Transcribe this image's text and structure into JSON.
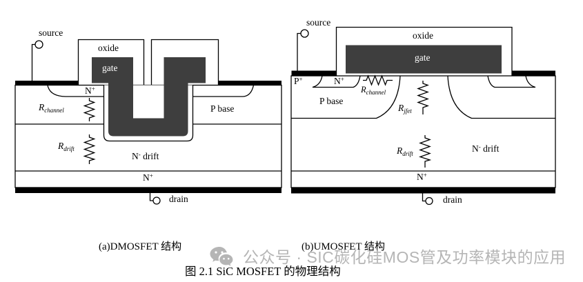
{
  "figure": {
    "caption_main": "图 2.1 SiC MOSFET 的物理结构",
    "colors": {
      "gate_fill": "#3e3e3e",
      "line": "#000000",
      "watermark_gray": "#a5a5a5"
    }
  },
  "watermark": {
    "icon": "wechat-icon",
    "text": "公众号 · SIC碳化硅MOS管及功率模块的应用"
  },
  "diagram_a": {
    "caption": "(a)DMOSFET 结构",
    "labels": {
      "source": "source",
      "oxide": "oxide",
      "gate": "gate",
      "n_source": {
        "base": "N",
        "sup": "+"
      },
      "r_channel": {
        "base": "R",
        "sub": "channel"
      },
      "p_base": "P base",
      "r_drift": {
        "base": "R",
        "sub": "drift"
      },
      "n_drift": {
        "base": "N",
        "sup": "-",
        "rest": " drift"
      },
      "n_substrate": {
        "base": "N",
        "sup": "+"
      },
      "drain": "drain"
    }
  },
  "diagram_b": {
    "caption": "(b)UMOSFET 结构",
    "labels": {
      "source": "source",
      "oxide": "oxide",
      "gate": "gate",
      "p_plus": {
        "base": "P",
        "sup": "+"
      },
      "n_source": {
        "base": "N",
        "sup": "+"
      },
      "r_channel": {
        "base": "R",
        "sub": "channel"
      },
      "p_base": "P base",
      "r_jfet": {
        "base": "R",
        "sub": "jfet"
      },
      "r_drift": {
        "base": "R",
        "sub": "drift"
      },
      "n_drift": {
        "base": "N",
        "sup": "-",
        "rest": " drift"
      },
      "n_substrate": {
        "base": "N",
        "sup": "+"
      },
      "drain": "drain"
    }
  }
}
